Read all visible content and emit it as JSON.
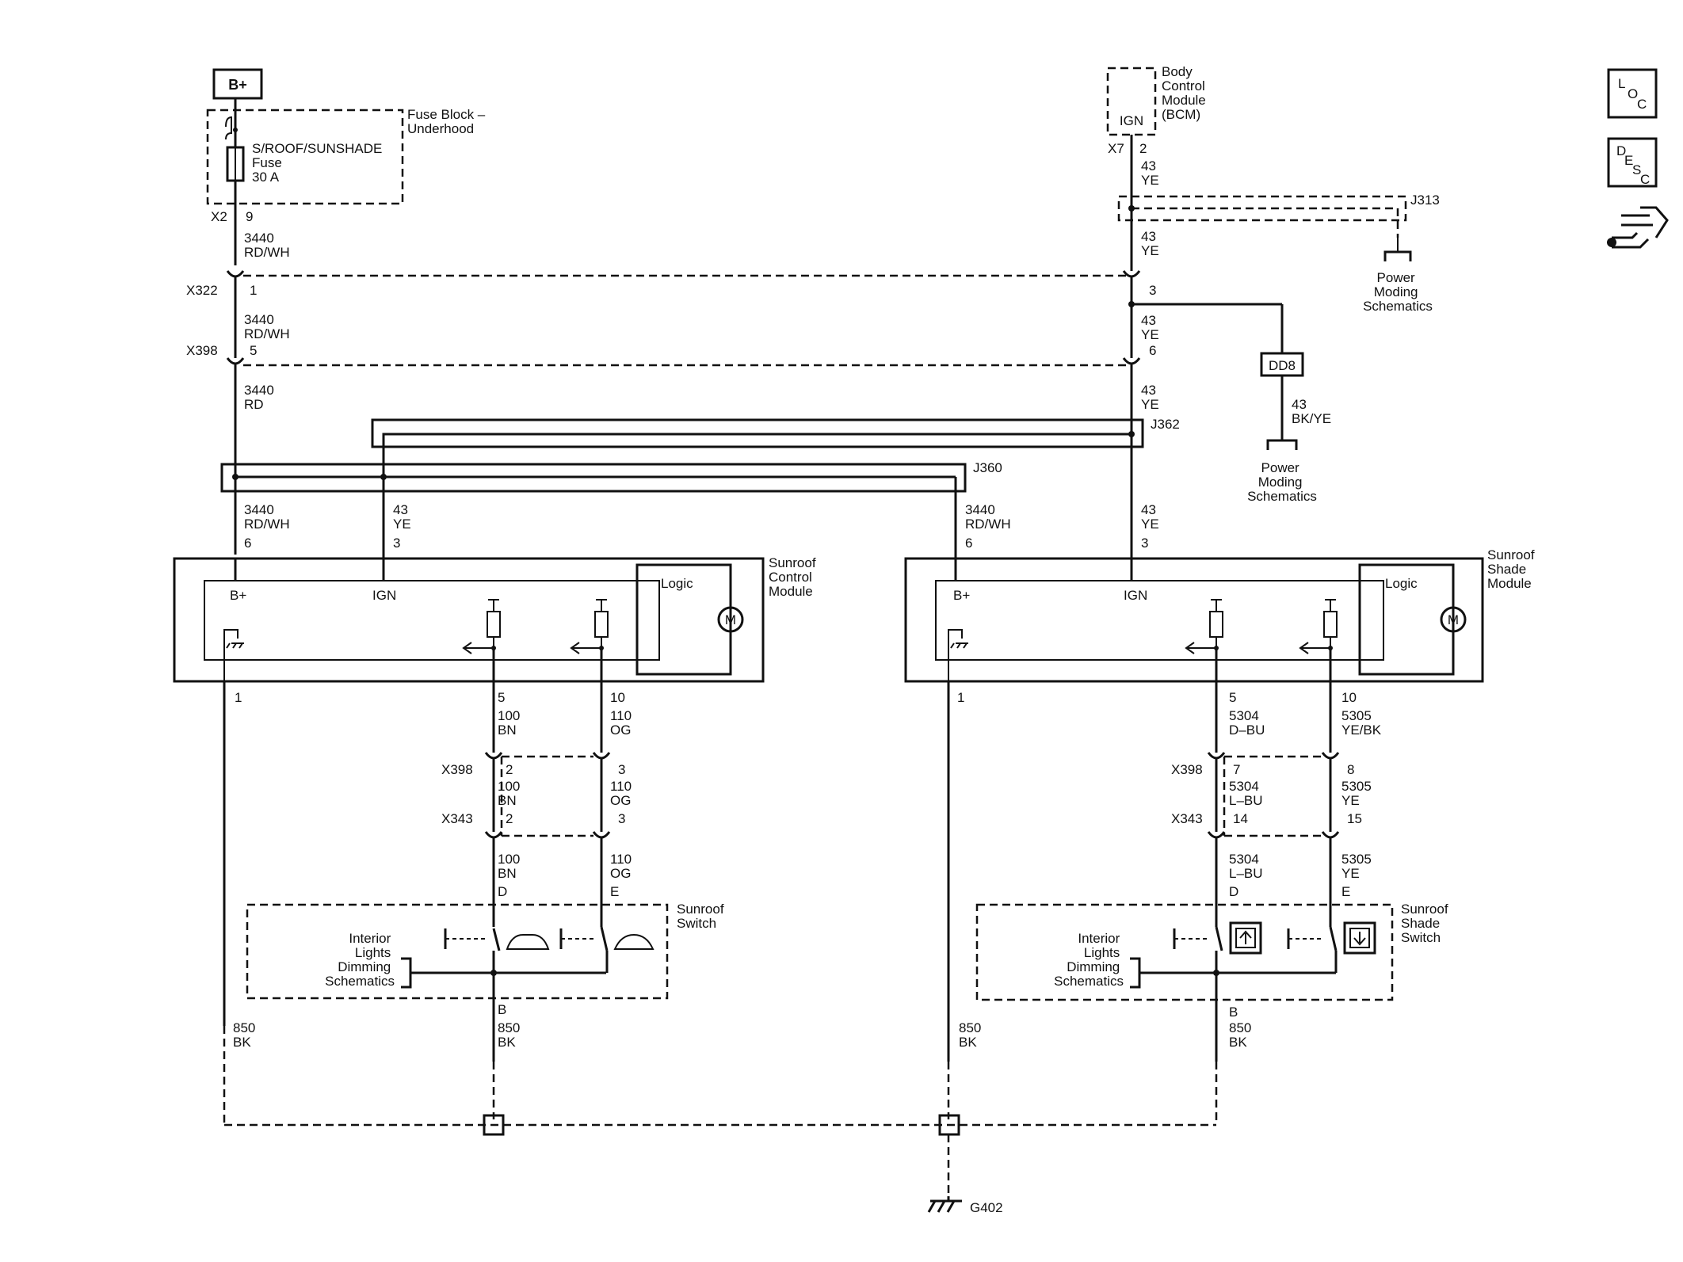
{
  "power_label": "B+",
  "fuse_block": {
    "title_lines": [
      "Fuse Block –",
      "Underhood"
    ],
    "fuse_lines": [
      "S/ROOF/SUNSHADE",
      "Fuse",
      "30 A"
    ],
    "connector": "X2",
    "pin": "9"
  },
  "bcm": {
    "title_lines": [
      "Body",
      "Control",
      "Module",
      "(BCM)"
    ],
    "pin_label": "IGN",
    "connector": "X7",
    "pin": "2"
  },
  "splices": {
    "j313": "J313",
    "j362": "J362",
    "j360": "J360"
  },
  "power_moding": {
    "upper_lines": [
      "Power",
      "Moding",
      "Schematics"
    ],
    "lower_lines": [
      "Power",
      "Moding",
      "Schematics"
    ],
    "dd8": "DD8"
  },
  "connectors": {
    "x322": "X322",
    "x322_pin_left": "1",
    "x322_pin_right": "3",
    "x398": "X398",
    "x398_pin_left": "5",
    "x398_pin_right": "6",
    "x398_scm_pin_a": "2",
    "x398_scm_pin_b": "3",
    "x343": "X343",
    "x343_scm_pin_a": "2",
    "x343_scm_pin_b": "3",
    "x398_ssm_pin_a": "7",
    "x398_ssm_pin_b": "8",
    "x343_ssm_pin_a": "14",
    "x343_ssm_pin_b": "15"
  },
  "wires": {
    "w3440_rdwh": [
      "3440",
      "RD/WH"
    ],
    "w3440_rd": [
      "3440",
      "RD"
    ],
    "w43_ye": [
      "43",
      "YE"
    ],
    "w43_bkye": [
      "43",
      "BK/YE"
    ],
    "w100_bn": [
      "100",
      "BN"
    ],
    "w110_og": [
      "110",
      "OG"
    ],
    "w5304_dbu": [
      "5304",
      "D–BU"
    ],
    "w5304_lbu": [
      "5304",
      "L–BU"
    ],
    "w5305_yebk": [
      "5305",
      "YE/BK"
    ],
    "w5305_ye": [
      "5305",
      "YE"
    ],
    "w850_bk": [
      "850",
      "BK"
    ]
  },
  "scm": {
    "title_lines": [
      "Sunroof",
      "Control",
      "Module"
    ],
    "bplus": "B+",
    "ign": "IGN",
    "logic": "Logic",
    "motor": "M",
    "pin_bplus": "6",
    "pin_ign": "3",
    "pin_gnd": "1",
    "pin_a": "5",
    "pin_b": "10"
  },
  "ssm": {
    "title_lines": [
      "Sunroof",
      "Shade",
      "Module"
    ],
    "bplus": "B+",
    "ign": "IGN",
    "logic": "Logic",
    "motor": "M",
    "pin_bplus": "6",
    "pin_ign": "3",
    "pin_gnd": "1",
    "pin_a": "5",
    "pin_b": "10"
  },
  "sunroof_switch": {
    "title_lines": [
      "Sunroof",
      "Switch"
    ],
    "dimming_lines": [
      "Interior",
      "Lights",
      "Dimming",
      "Schematics"
    ],
    "pin_d": "D",
    "pin_e": "E",
    "pin_b": "B"
  },
  "shade_switch": {
    "title_lines": [
      "Sunroof",
      "Shade",
      "Switch"
    ],
    "dimming_lines": [
      "Interior",
      "Lights",
      "Dimming",
      "Schematics"
    ],
    "pin_d": "D",
    "pin_e": "E",
    "pin_b": "B"
  },
  "ground": "G402",
  "side_icons": {
    "loc": [
      "L",
      "O",
      "C"
    ],
    "desc": [
      "D",
      "E",
      "S",
      "C"
    ]
  }
}
